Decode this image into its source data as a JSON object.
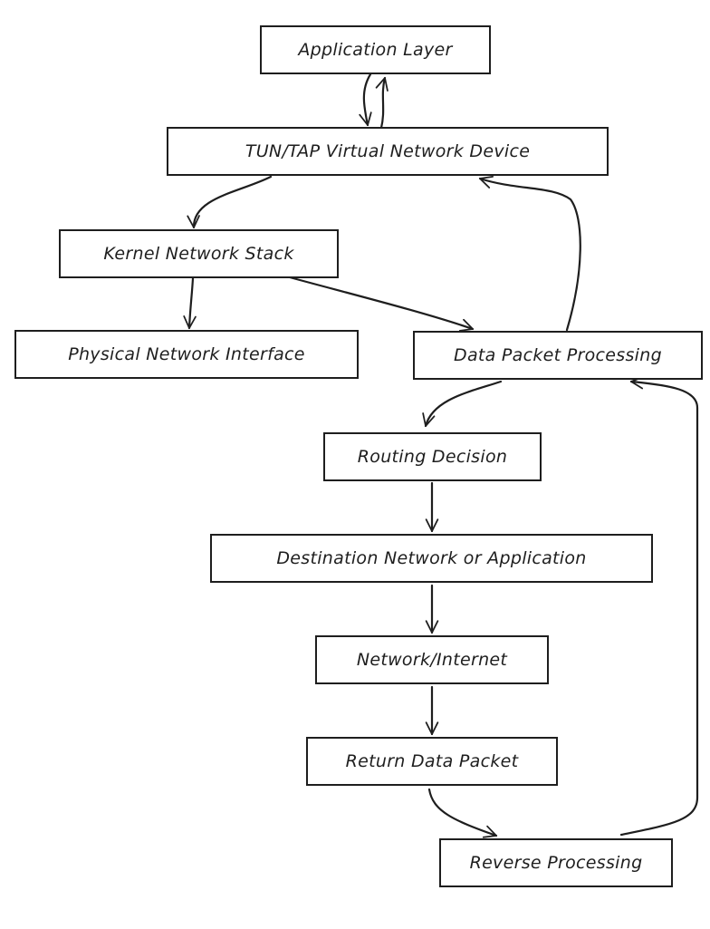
{
  "diagram": {
    "nodes": {
      "app": {
        "label": "Application Layer"
      },
      "tun": {
        "label": "TUN/TAP Virtual Network Device"
      },
      "kernel": {
        "label": "Kernel Network Stack"
      },
      "phys": {
        "label": "Physical Network Interface"
      },
      "dpp": {
        "label": "Data Packet Processing"
      },
      "route": {
        "label": "Routing Decision"
      },
      "dest": {
        "label": "Destination Network or Application"
      },
      "net": {
        "label": "Network/Internet"
      },
      "ret": {
        "label": "Return Data Packet"
      },
      "rev": {
        "label": "Reverse Processing"
      }
    },
    "edges": [
      {
        "from": "app",
        "to": "tun"
      },
      {
        "from": "tun",
        "to": "app"
      },
      {
        "from": "tun",
        "to": "kernel"
      },
      {
        "from": "kernel",
        "to": "phys"
      },
      {
        "from": "kernel",
        "to": "dpp"
      },
      {
        "from": "dpp",
        "to": "tun"
      },
      {
        "from": "dpp",
        "to": "route"
      },
      {
        "from": "route",
        "to": "dest"
      },
      {
        "from": "dest",
        "to": "net"
      },
      {
        "from": "net",
        "to": "ret"
      },
      {
        "from": "ret",
        "to": "rev"
      },
      {
        "from": "rev",
        "to": "dpp"
      }
    ]
  }
}
